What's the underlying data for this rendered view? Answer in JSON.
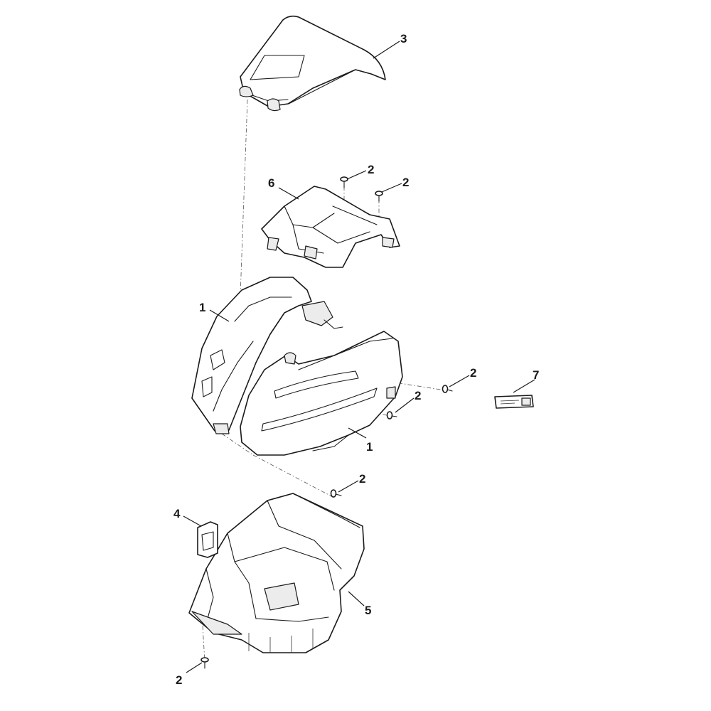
{
  "callouts": [
    {
      "id": "c3",
      "text": "3"
    },
    {
      "id": "c6",
      "text": "6"
    },
    {
      "id": "c2a",
      "text": "2"
    },
    {
      "id": "c2b",
      "text": "2"
    },
    {
      "id": "c1a",
      "text": "1"
    },
    {
      "id": "c1b",
      "text": "1"
    },
    {
      "id": "c2c",
      "text": "2"
    },
    {
      "id": "c2d",
      "text": "2"
    },
    {
      "id": "c7",
      "text": "7"
    },
    {
      "id": "c2e",
      "text": "2"
    },
    {
      "id": "c4",
      "text": "4"
    },
    {
      "id": "c5",
      "text": "5"
    },
    {
      "id": "c2f",
      "text": "2"
    }
  ]
}
